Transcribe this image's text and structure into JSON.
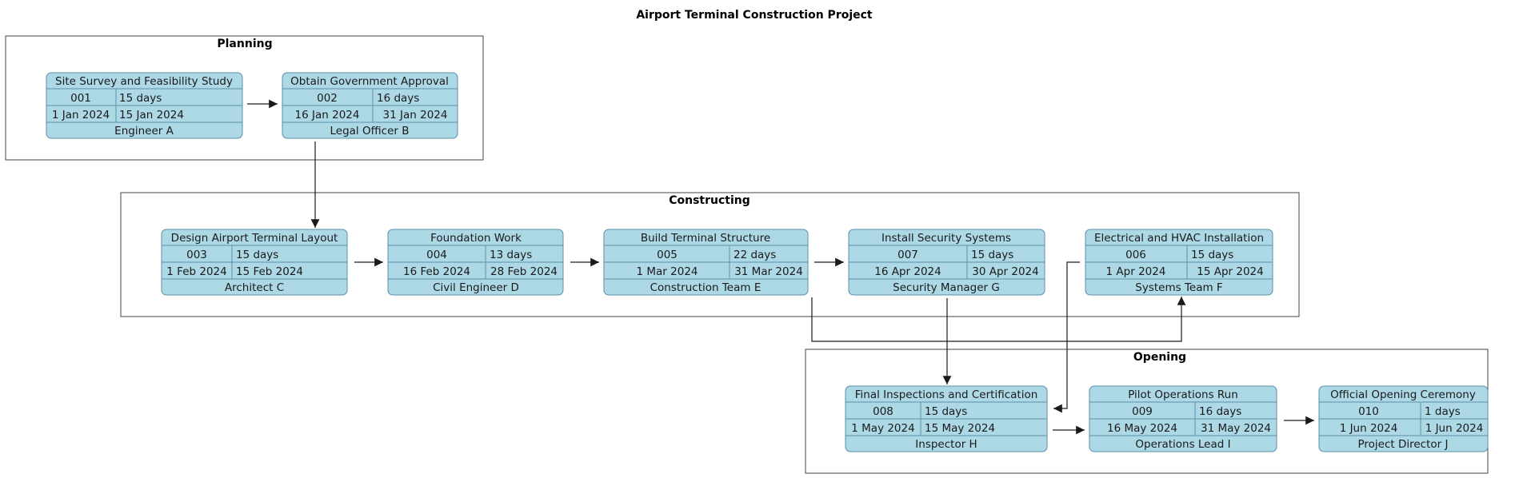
{
  "title": "Airport Terminal Construction Project",
  "colors": {
    "node_fill": "#add8e6",
    "node_border": "#5d8fa8",
    "line": "#1a1a1a"
  },
  "groups": [
    {
      "id": "planning",
      "label": "Planning"
    },
    {
      "id": "constructing",
      "label": "Constructing"
    },
    {
      "id": "opening",
      "label": "Opening"
    }
  ],
  "tasks": [
    {
      "id": "001",
      "name": "Site Survey and Feasibility Study",
      "duration": "15 days",
      "start": "1 Jan 2024",
      "end": "15 Jan 2024",
      "owner": "Engineer A",
      "group": "planning"
    },
    {
      "id": "002",
      "name": "Obtain Government Approval",
      "duration": "16 days",
      "start": "16 Jan 2024",
      "end": "31 Jan 2024",
      "owner": "Legal Officer B",
      "group": "planning"
    },
    {
      "id": "003",
      "name": "Design Airport Terminal Layout",
      "duration": "15 days",
      "start": "1 Feb 2024",
      "end": "15 Feb 2024",
      "owner": "Architect C",
      "group": "constructing"
    },
    {
      "id": "004",
      "name": "Foundation Work",
      "duration": "13 days",
      "start": "16 Feb 2024",
      "end": "28 Feb 2024",
      "owner": "Civil Engineer D",
      "group": "constructing"
    },
    {
      "id": "005",
      "name": "Build Terminal Structure",
      "duration": "22 days",
      "start": "1 Mar 2024",
      "end": "31 Mar 2024",
      "owner": "Construction Team E",
      "group": "constructing"
    },
    {
      "id": "007",
      "name": "Install Security Systems",
      "duration": "15 days",
      "start": "16 Apr 2024",
      "end": "30 Apr 2024",
      "owner": "Security Manager G",
      "group": "constructing"
    },
    {
      "id": "006",
      "name": "Electrical and HVAC Installation",
      "duration": "15 days",
      "start": "1 Apr 2024",
      "end": "15 Apr 2024",
      "owner": "Systems Team F",
      "group": "constructing"
    },
    {
      "id": "008",
      "name": "Final Inspections and Certification",
      "duration": "15 days",
      "start": "1 May 2024",
      "end": "15 May 2024",
      "owner": "Inspector H",
      "group": "opening"
    },
    {
      "id": "009",
      "name": "Pilot Operations Run",
      "duration": "16 days",
      "start": "16 May 2024",
      "end": "31 May 2024",
      "owner": "Operations Lead I",
      "group": "opening"
    },
    {
      "id": "010",
      "name": "Official Opening Ceremony",
      "duration": "1 days",
      "start": "1 Jun 2024",
      "end": "1 Jun 2024",
      "owner": "Project Director J",
      "group": "opening"
    }
  ],
  "dependencies": [
    {
      "from": "001",
      "to": "002"
    },
    {
      "from": "002",
      "to": "003"
    },
    {
      "from": "003",
      "to": "004"
    },
    {
      "from": "004",
      "to": "005"
    },
    {
      "from": "005",
      "to": "007"
    },
    {
      "from": "005",
      "to": "006"
    },
    {
      "from": "007",
      "to": "008"
    },
    {
      "from": "006",
      "to": "008"
    },
    {
      "from": "008",
      "to": "009"
    },
    {
      "from": "009",
      "to": "010"
    }
  ]
}
